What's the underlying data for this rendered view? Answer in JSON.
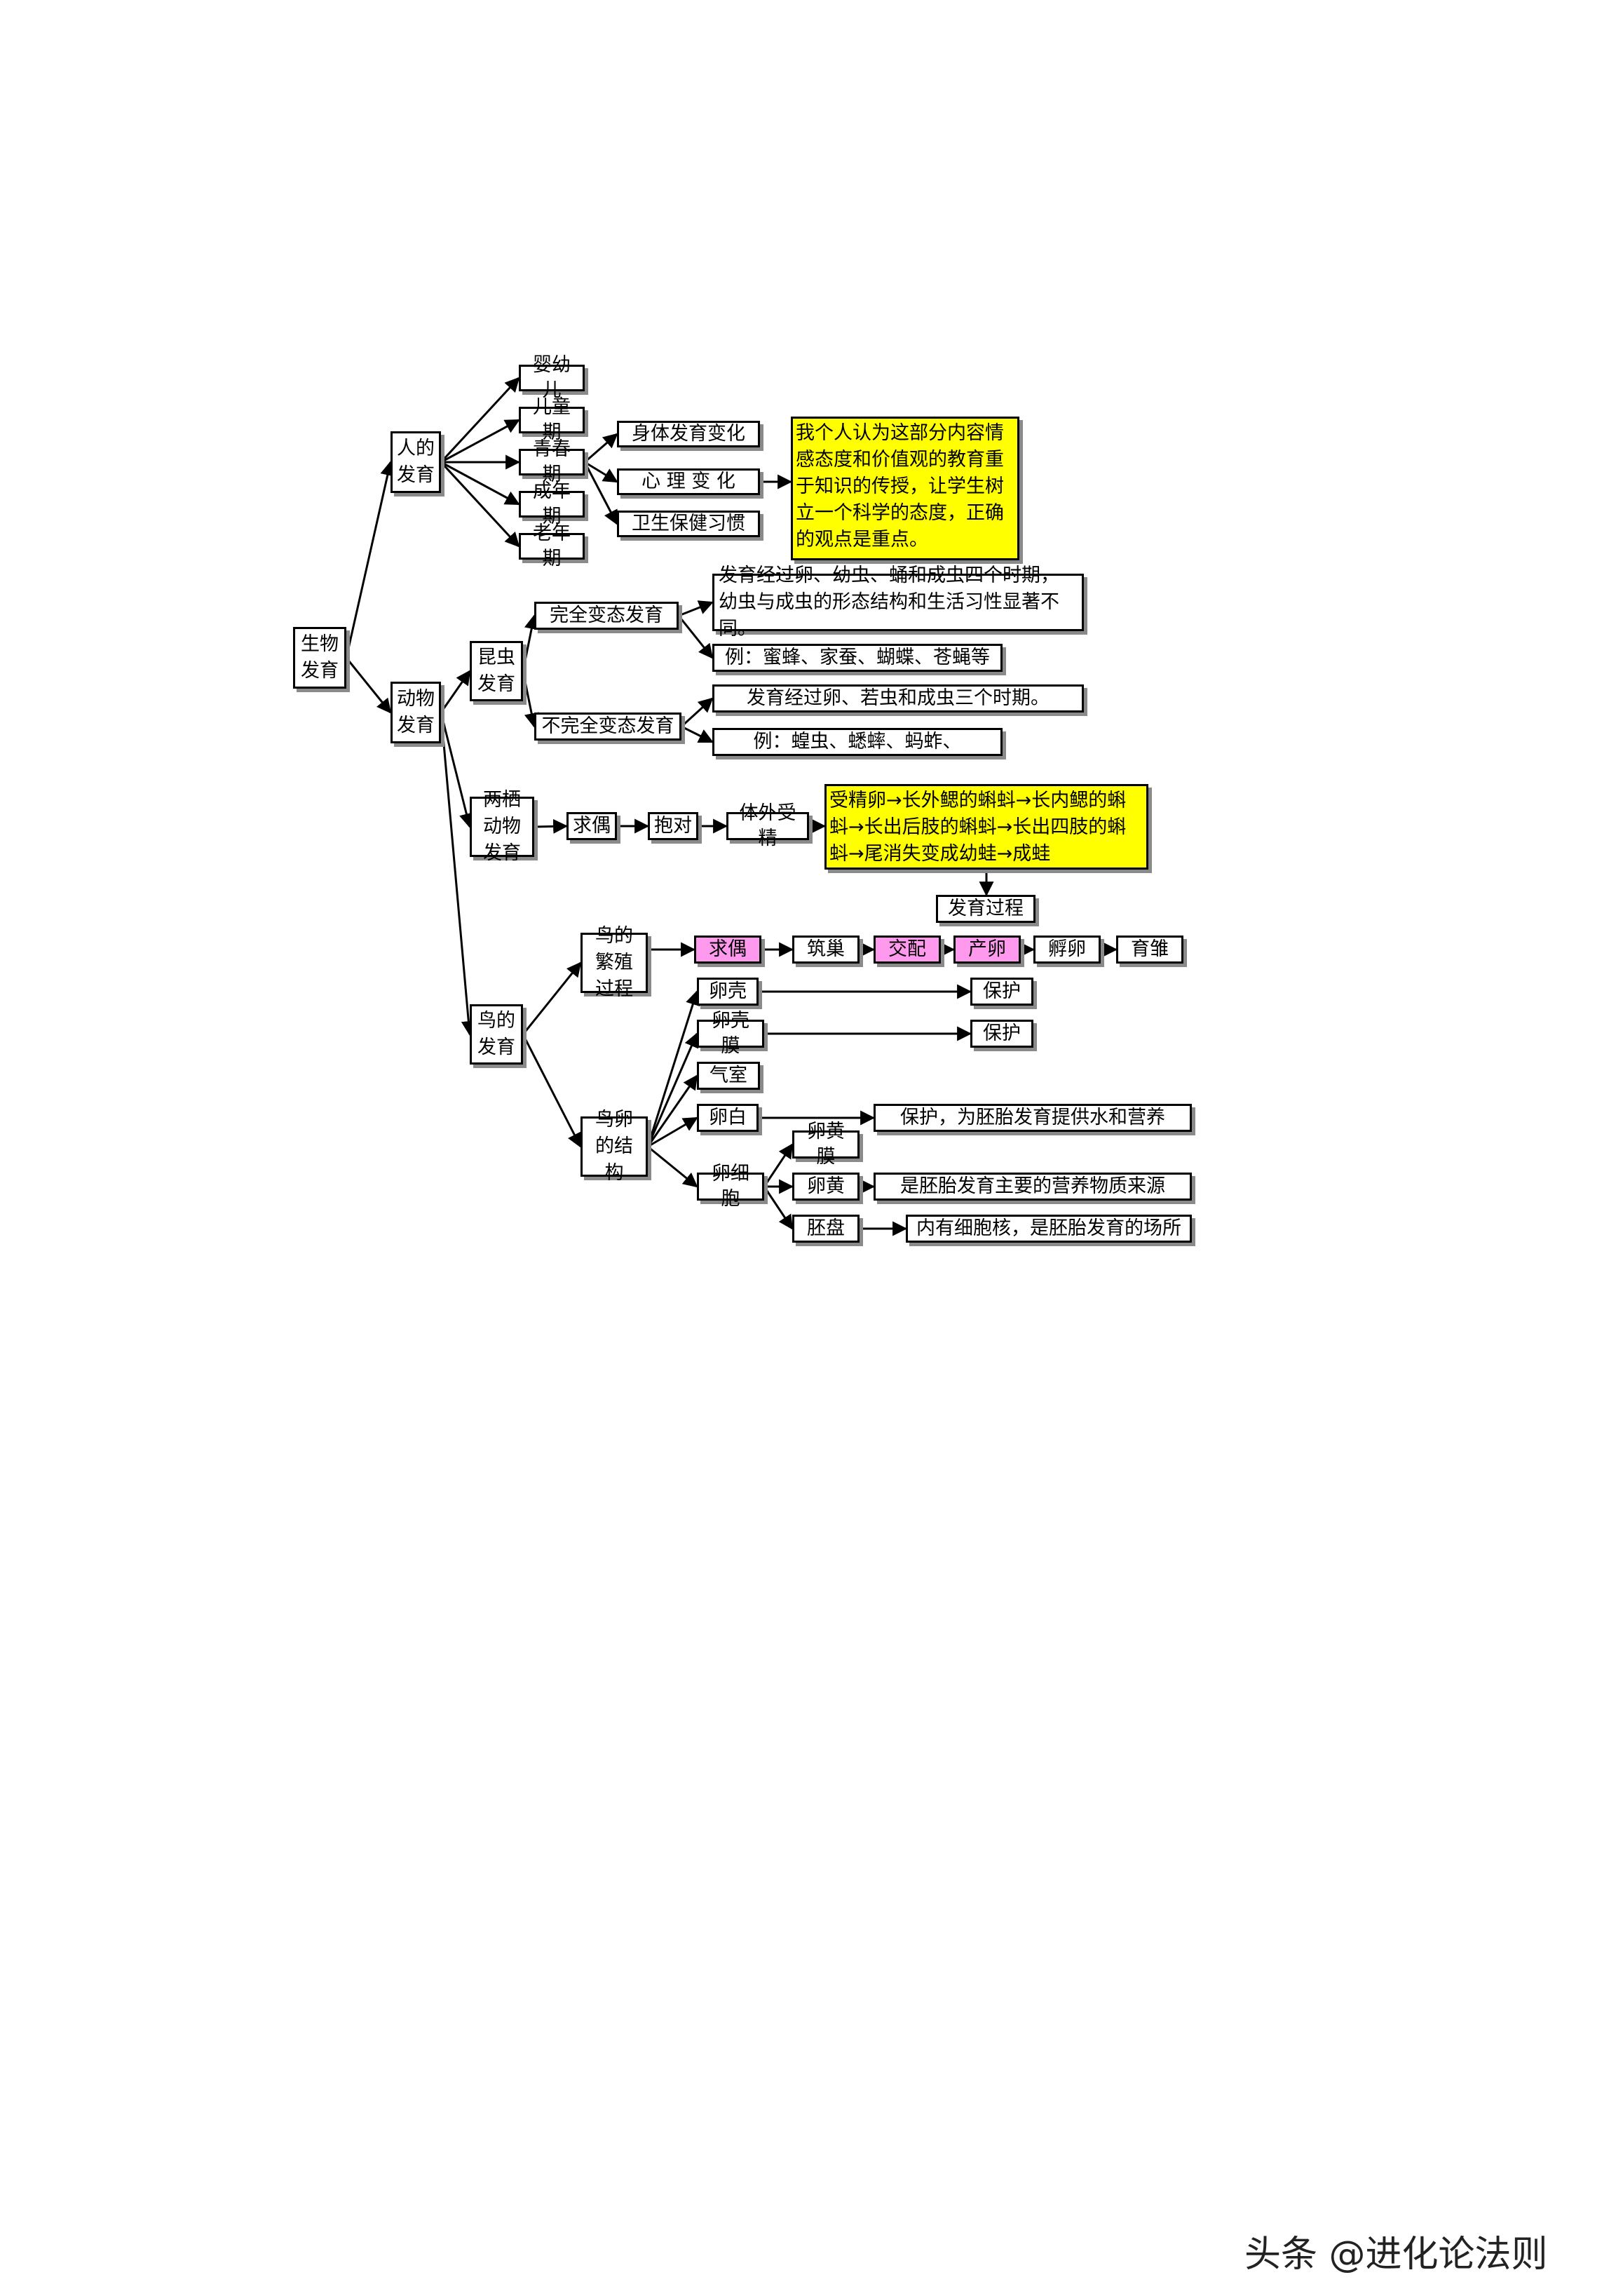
{
  "root": "生物发育",
  "human": {
    "label": "人的发育",
    "stages": [
      "婴幼儿",
      "儿童期",
      "青春期",
      "成年期",
      "老年期"
    ],
    "puberty": [
      "身体发育变化",
      "心 理 变 化",
      "卫生保健习惯"
    ],
    "note": "我个人认为这部分内容情感态度和价值观的教育重于知识的传授，让学生树立一个科学的态度，正确的观点是重点。"
  },
  "animal": {
    "label": "动物发育",
    "insect": {
      "label": "昆虫发育",
      "complete": "完全变态发育",
      "complete_desc": "发育经过卵、幼虫、蛹和成虫四个时期，幼虫与成虫的形态结构和生活习性显著不同。",
      "complete_example": "例：蜜蜂、家蚕、蝴蝶、苍蝇等",
      "incomplete": "不完全变态发育",
      "incomplete_desc": "发育经过卵、若虫和成虫三个时期。",
      "incomplete_example": "例：蝗虫、蟋蟀、蚂蚱、"
    },
    "amphibian": {
      "label": "两栖动物发育",
      "steps": [
        "求偶",
        "抱对",
        "体外受精"
      ],
      "process": "受精卵→长外鳃的蝌蚪→长内鳃的蝌蚪→长出后肢的蝌蚪→长出四肢的蝌蚪→尾消失变成幼蛙→成蛙",
      "process_label": "发育过程"
    },
    "bird": {
      "label": "鸟的发育",
      "breeding": {
        "label": "鸟的繁殖过程",
        "steps": [
          "求偶",
          "筑巢",
          "交配",
          "产卵",
          "孵卵",
          "育雏"
        ]
      },
      "egg": {
        "label": "鸟卵的结构",
        "parts": [
          "卵壳",
          "卵壳膜",
          "气室",
          "卵白",
          "卵细胞"
        ],
        "shell_fn": "保护",
        "membrane_fn": "保护",
        "white_fn": "保护，为胚胎发育提供水和营养",
        "cell_parts": [
          "卵黄膜",
          "卵黄",
          "胚盘"
        ],
        "yolk_fn": "是胚胎发育主要的营养物质来源",
        "disc_fn": "内有细胞核，是胚胎发育的场所"
      }
    }
  },
  "watermark": "头条 @进化论法则",
  "colors": {
    "note_bg": "#ffff00",
    "highlight_bg": "#ff99ee",
    "border": "#000000"
  }
}
